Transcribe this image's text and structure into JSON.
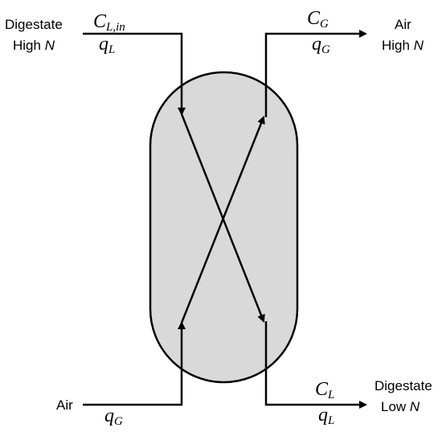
{
  "inlet_liquid": {
    "label_line1": "Digestate",
    "label_line2_text": "High ",
    "label_line2_var": "N",
    "concentration_symbol": "C",
    "concentration_subscript": "L,in",
    "flow_symbol": "q",
    "flow_subscript": "L"
  },
  "outlet_gas": {
    "label_line1": "Air",
    "label_line2_text": "High ",
    "label_line2_var": "N",
    "concentration_symbol": "C",
    "concentration_subscript": "G",
    "flow_symbol": "q",
    "flow_subscript": "G"
  },
  "inlet_gas": {
    "label": "Air",
    "flow_symbol": "q",
    "flow_subscript": "G"
  },
  "outlet_liquid": {
    "label_line1": "Digestate",
    "label_line2_text": "Low ",
    "label_line2_var": "N",
    "concentration_symbol": "C",
    "concentration_subscript": "L",
    "flow_symbol": "q",
    "flow_subscript": "L"
  },
  "colors": {
    "vessel_fill": "#d9d9d9",
    "stroke": "#000000"
  }
}
